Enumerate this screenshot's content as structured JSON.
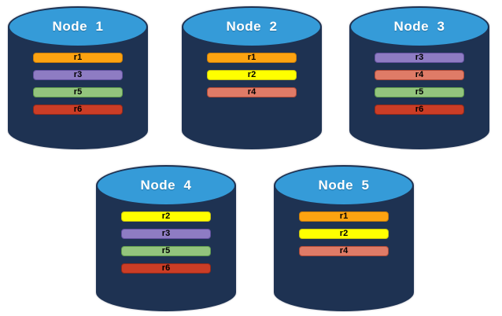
{
  "diagram_title": "database-nodes-replica-distribution",
  "colors": {
    "cylinder_body": "#1E3252",
    "cylinder_top": "#359BD8",
    "node_label_text": "#FFFFFF",
    "bar_label_text": "#000000",
    "background": "#FFFFFF"
  },
  "replica_colors": {
    "r1": {
      "fill": "#FCA311",
      "border": "#C87D0A"
    },
    "r2": {
      "fill": "#FFFF00",
      "border": "#C9C410"
    },
    "r3": {
      "fill": "#8E7CC3",
      "border": "#63519F"
    },
    "r4": {
      "fill": "#DF7B67",
      "border": "#B04A37"
    },
    "r5": {
      "fill": "#93C47D",
      "border": "#5F9A4D"
    },
    "r6": {
      "fill": "#CB3D26",
      "border": "#92291A"
    }
  },
  "nodes": [
    {
      "label": "Node  1",
      "replicas": [
        "r1",
        "r3",
        "r5",
        "r6"
      ]
    },
    {
      "label": "Node  2",
      "replicas": [
        "r1",
        "r2",
        "r4"
      ]
    },
    {
      "label": "Node  3",
      "replicas": [
        "r3",
        "r4",
        "r5",
        "r6"
      ]
    },
    {
      "label": "Node  4",
      "replicas": [
        "r2",
        "r3",
        "r5",
        "r6"
      ]
    },
    {
      "label": "Node  5",
      "replicas": [
        "r1",
        "r2",
        "r4"
      ]
    }
  ]
}
